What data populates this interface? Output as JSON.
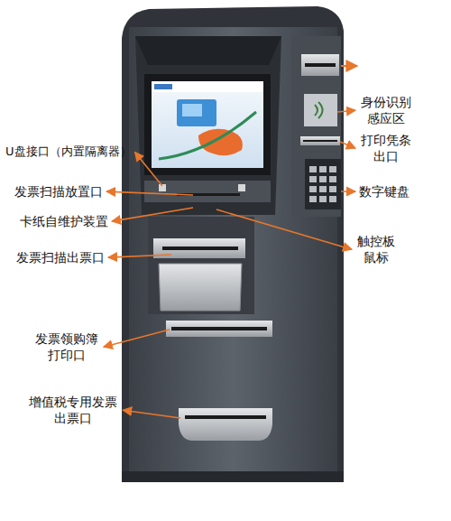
{
  "diagram": {
    "labels": [
      "身份识别感应区",
      "U盘接口（内置隔离器）",
      "打印凭条出口",
      "发票扫描放置口",
      "数字键盘",
      "卡纸自维护装置",
      "触控板鼠标",
      "发票扫描出票口",
      "发票领购簿打印口",
      "增值税专用发票出票口"
    ]
  }
}
